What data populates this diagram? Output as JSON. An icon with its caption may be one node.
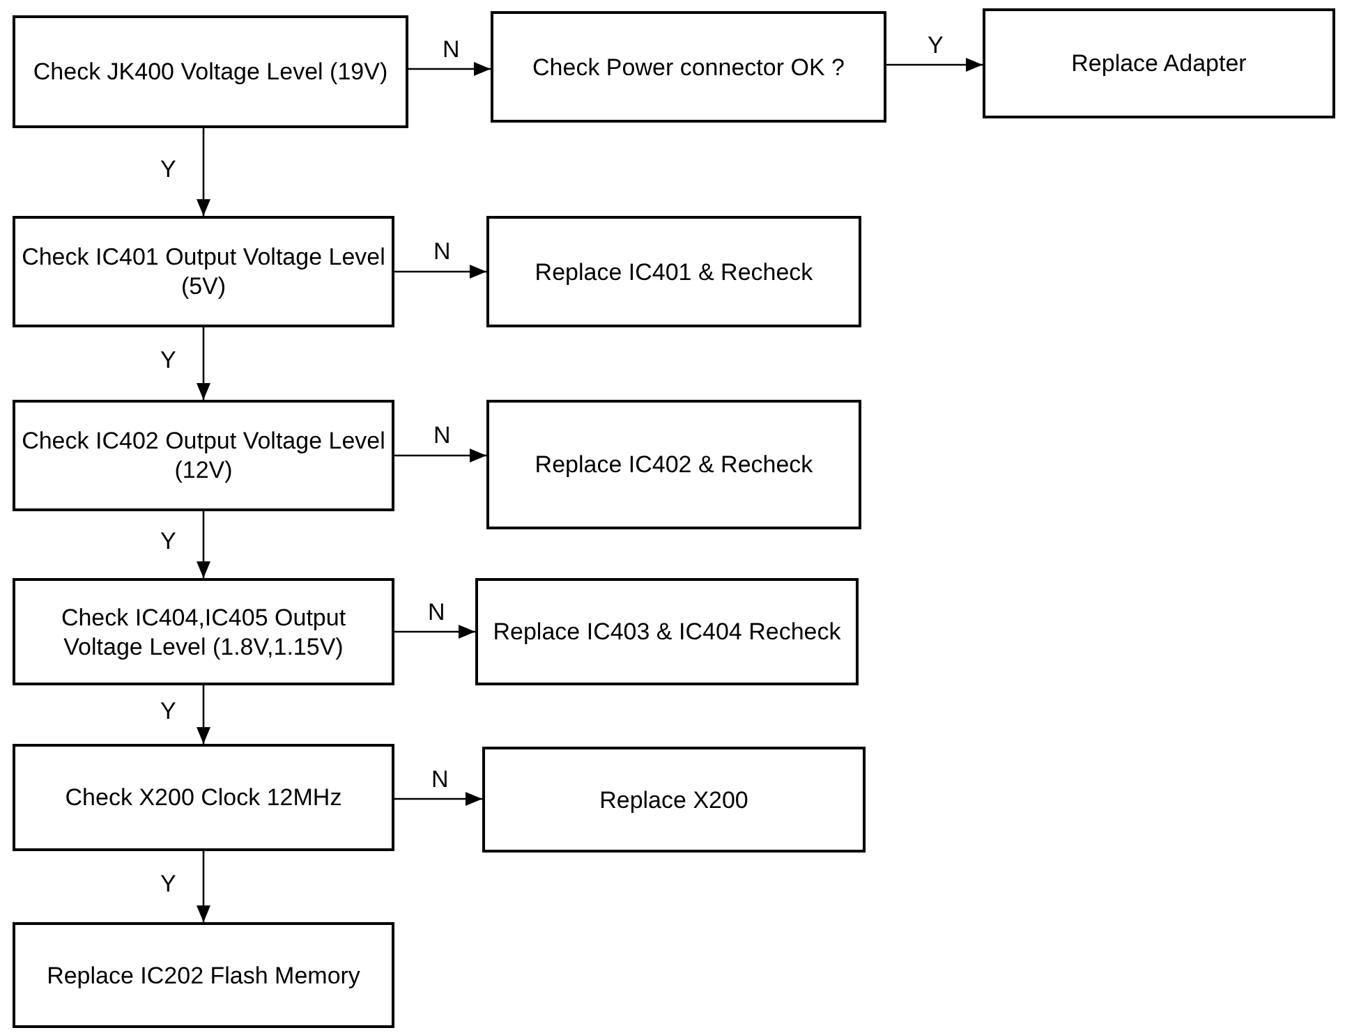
{
  "diagram": {
    "nodes": [
      {
        "text": [
          "Check JK400 Voltage Level (19V)"
        ]
      },
      {
        "text": [
          "Check Power connector OK ?"
        ]
      },
      {
        "text": [
          "Replace Adapter"
        ]
      },
      {
        "text": [
          "Check IC401 Output Voltage Level (5V)"
        ]
      },
      {
        "text": [
          "Replace IC401 & Recheck"
        ]
      },
      {
        "text": [
          "Check IC402 Output Voltage Level (12V)"
        ]
      },
      {
        "text": [
          "Replace IC402 & Recheck"
        ]
      },
      {
        "text": [
          "Check IC404,IC405 Output Voltage Level (1.8V,1.15V)"
        ]
      },
      {
        "text": [
          "Replace IC403 & IC404 Recheck"
        ]
      },
      {
        "text": [
          "Check X200 Clock 12MHz"
        ]
      },
      {
        "text": [
          "Replace X200"
        ]
      },
      {
        "text": [
          "Replace IC202 Flash Memory"
        ]
      }
    ],
    "edges": [
      {
        "from": 0,
        "to": 1,
        "arrow": "to",
        "label": "N"
      },
      {
        "from": 1,
        "to": 2,
        "arrow": "to",
        "label": "Y"
      },
      {
        "from": 0,
        "to": 3,
        "arrow": "to",
        "label": "Y"
      },
      {
        "from": 3,
        "to": 4,
        "arrow": "to",
        "label": "N"
      },
      {
        "from": 3,
        "to": 5,
        "arrow": "to",
        "label": "Y"
      },
      {
        "from": 5,
        "to": 6,
        "arrow": "to",
        "label": "N"
      },
      {
        "from": 5,
        "to": 7,
        "arrow": "to",
        "label": "Y"
      },
      {
        "from": 7,
        "to": 8,
        "arrow": "to",
        "label": "N"
      },
      {
        "from": 7,
        "to": 9,
        "arrow": "to",
        "label": "Y"
      },
      {
        "from": 9,
        "to": 10,
        "arrow": "to",
        "label": "N"
      },
      {
        "from": 9,
        "to": 11,
        "arrow": "to",
        "label": "Y"
      }
    ]
  }
}
